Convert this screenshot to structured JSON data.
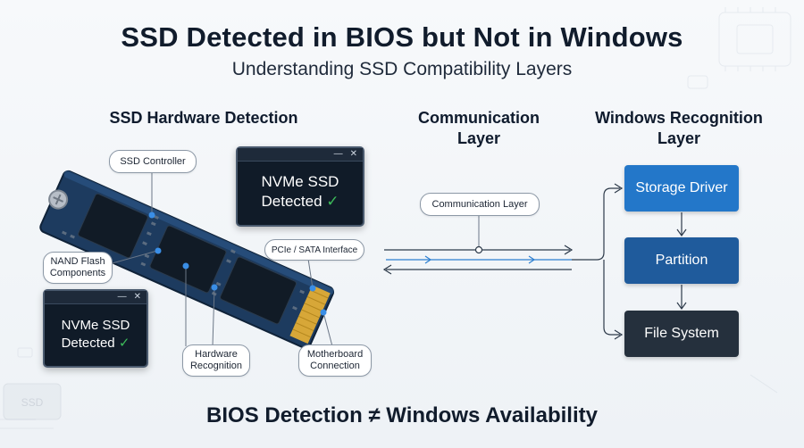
{
  "header": {
    "title": "SSD Detected in BIOS but Not in Windows",
    "subtitle": "Understanding SSD Compatibility Layers"
  },
  "columns": {
    "hardware": "SSD Hardware Detection",
    "communication": [
      "Communication",
      "Layer"
    ],
    "windows": [
      "Windows Recognition",
      "Layer"
    ]
  },
  "callouts": {
    "ssd_controller": "SSD Controller",
    "nand_flash": [
      "NAND Flash",
      "Components"
    ],
    "pcie_sata": "PCIe / SATA Interface",
    "hardware_recognition": [
      "Hardware",
      "Recognition"
    ],
    "motherboard_connection": [
      "Motherboard",
      "Connection"
    ],
    "communication_layer": "Communication Layer"
  },
  "windows_popups": {
    "primary": {
      "line1": "NVMe SSD",
      "line2": "Detected",
      "check": "✓"
    },
    "secondary": {
      "line1": "NVMe SSD",
      "line2": "Detected",
      "check": "✓"
    },
    "controls": [
      "—",
      "✕"
    ]
  },
  "flow": {
    "storage_driver": "Storage Driver",
    "partition": "Partition",
    "file_system": "File System"
  },
  "footer": "BIOS Detection ≠ Windows Availability",
  "decor": {
    "chip_label": "SSD"
  },
  "colors": {
    "storage_driver": "#2377c9",
    "partition": "#1f5b9c",
    "file_system": "#25303d",
    "pcb": "#1d3b5f",
    "gold": "#d7a738",
    "accent_dot": "#3a8ee6"
  }
}
